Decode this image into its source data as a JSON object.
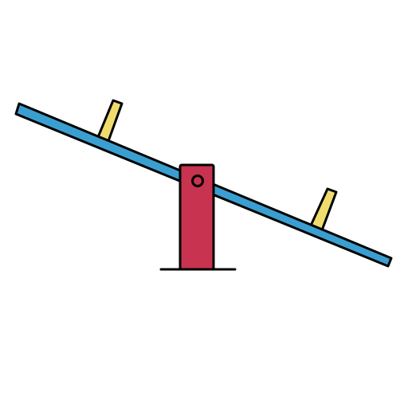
{
  "illustration": {
    "subject": "seesaw",
    "parts": {
      "plank": {
        "icon": "seesaw-plank",
        "color": "#3a9fd0"
      },
      "left_handle": {
        "icon": "seesaw-handle",
        "color": "#f0dc6e"
      },
      "right_handle": {
        "icon": "seesaw-handle",
        "color": "#f0dc6e"
      },
      "fulcrum": {
        "icon": "seesaw-post",
        "color": "#c8334f"
      },
      "pivot_bolt": {
        "icon": "pivot-bolt",
        "color": "#c8334f"
      },
      "ground_line": {
        "icon": "ground-line",
        "color": "#000000"
      }
    },
    "outline_color": "#000000",
    "background": "#ffffff"
  }
}
